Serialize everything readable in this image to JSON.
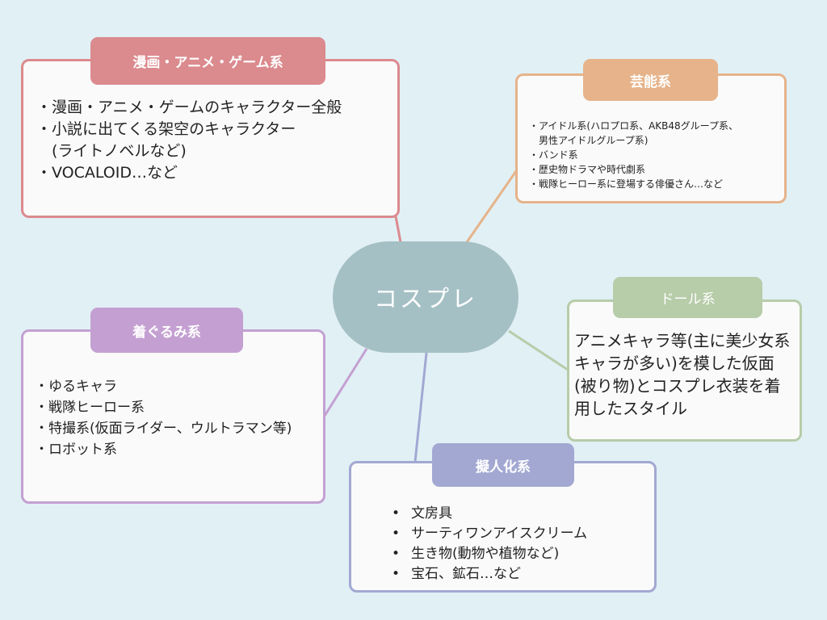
{
  "center": {
    "label": "コスプレ",
    "color": "#a5c0c4"
  },
  "branches": {
    "manga": {
      "title": "漫画・アニメ・ゲーム系",
      "color": "#db8a8e",
      "items": [
        "漫画・アニメ・ゲームのキャラクター全般",
        "小説に出てくる架空のキャラクター\n(ライトノベルなど)",
        "VOCALOID…など"
      ]
    },
    "geino": {
      "title": "芸能系",
      "color": "#e6b38a",
      "items": [
        "アイドル系(ハロプロ系、AKB48グループ系、\n男性アイドルグループ系)",
        "バンド系",
        "歴史物ドラマや時代劇系",
        "戦隊ヒーロー系に登場する俳優さん…など"
      ]
    },
    "doll": {
      "title": "ドール系",
      "color": "#b7cca9",
      "text": "アニメキャラ等(主に美少女系キャラが多い)を模した仮面(被り物)とコスプレ衣装を着用したスタイル"
    },
    "kigurumi": {
      "title": "着ぐるみ系",
      "color": "#c4a0d2",
      "items": [
        "ゆるキャラ",
        "戦隊ヒーロー系",
        "特撮系(仮面ライダー、ウルトラマン等)",
        "ロボット系"
      ]
    },
    "gijinka": {
      "title": "擬人化系",
      "color": "#a2a8d2",
      "items": [
        "文房具",
        "サーティワンアイスクリーム",
        "生き物(動物や植物など)",
        "宝石、鉱石…など"
      ]
    }
  }
}
